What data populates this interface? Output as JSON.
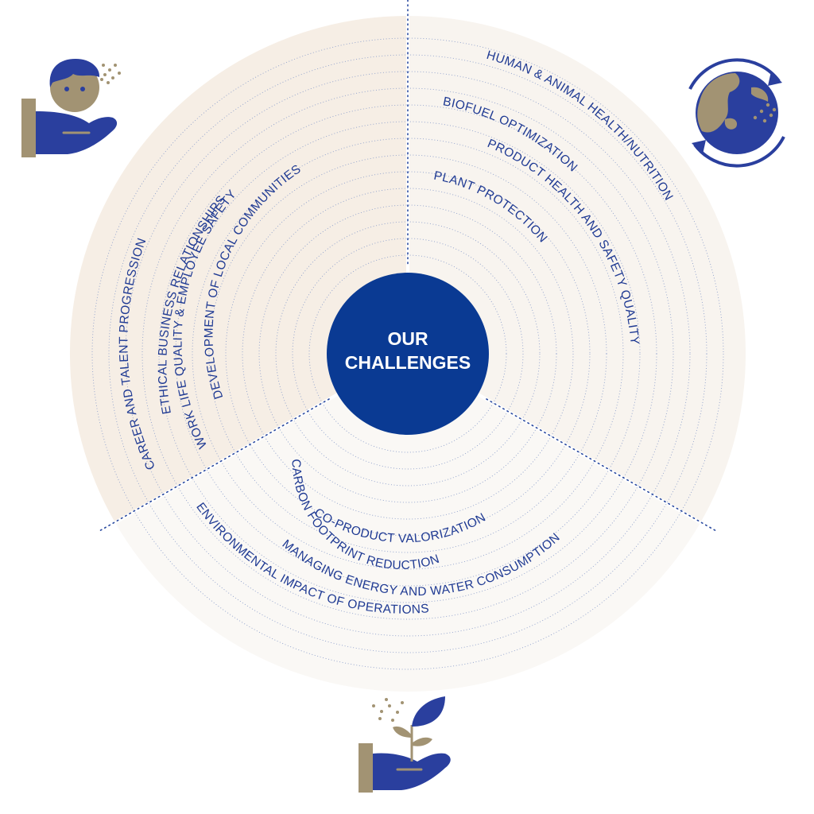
{
  "center": {
    "line1": "OUR",
    "line2": "CHALLENGES"
  },
  "colors": {
    "navy": "#0a3a93",
    "text": "#1f3a93",
    "gold": "#a29373",
    "sector_social": "#f6eee5",
    "sector_product": "#f8f4ef",
    "sector_env": "#faf8f5"
  },
  "sectors": [
    {
      "id": "social",
      "icon": "person-in-hand-icon",
      "labels": [
        "CAREER AND TALENT PROGRESSION",
        "ETHICAL BUSINESS RELATIONSHIPS",
        "WORK LIFE QUALITY & EMPLOYEE SAFETY",
        "DEVELOPMENT OF LOCAL COMMUNITIES"
      ]
    },
    {
      "id": "product",
      "icon": "rotating-globe-icon",
      "labels": [
        "HUMAN & ANIMAL HEALTH/NUTRITION",
        "BIOFUEL OPTIMIZATION",
        "PRODUCT HEALTH AND SAFETY QUALITY",
        "PLANT PROTECTION"
      ]
    },
    {
      "id": "environment",
      "icon": "plant-in-hand-icon",
      "labels": [
        "CARBON FOOTPRINT REDUCTION",
        "CO-PRODUCT VALORIZATION",
        "MANAGING ENERGY AND WATER CONSUMPTION",
        "ENVIRONMENTAL IMPACT OF OPERATIONS"
      ]
    }
  ]
}
